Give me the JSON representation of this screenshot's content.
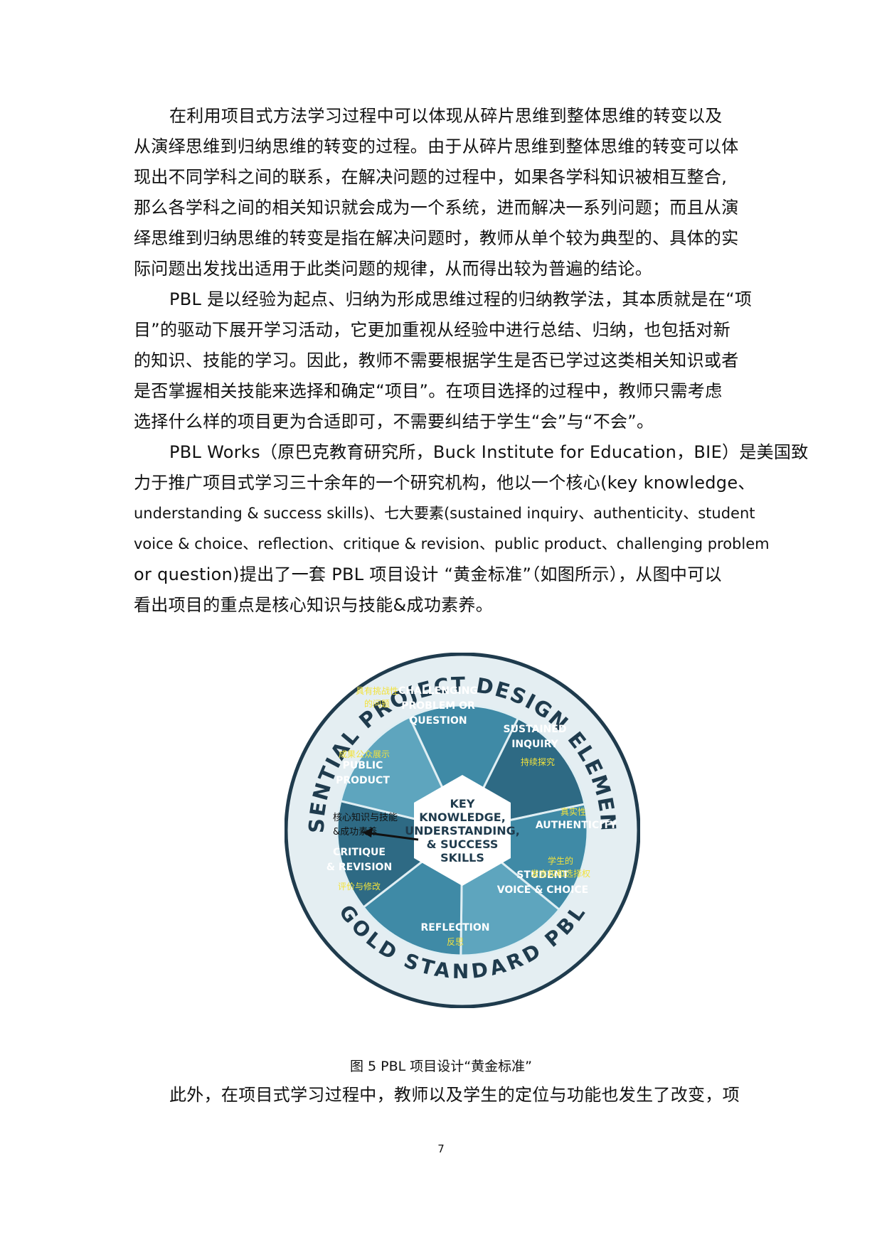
{
  "paragraphs": [
    {
      "lines": [
        "在利用项目式方法学习过程中可以体现从碎片思维到整体思维的转变以及",
        "从演绎思维到归纳思维的转变的过程。由于从碎片思维到整体思维的转变可以体",
        "现出不同学科之间的联系，在解决问题的过程中，如果各学科知识被相互整合,",
        "那么各学科之间的相关知识就会成为一个系统，进而解决一系列问题；而且从演",
        "绎思维到归纳思维的转变是指在解决问题时，教师从单个较为典型的、具体的实",
        "际问题出发找出适用于此类问题的规律，从而得出较为普遍的结论。"
      ]
    },
    {
      "lines": [
        "PBL 是以经验为起点、归纳为形成思维过程的归纳教学法，其本质就是在“项",
        "目”的驱动下展开学习活动，它更加重视从经验中进行总结、归纳，也包括对新",
        "的知识、技能的学习。因此，教师不需要根据学生是否已学过这类相关知识或者",
        "是否掌握相关技能来选择和确定“项目”。在项目选择的过程中，教师只需考虑",
        "选择什么样的项目更为合适即可，不需要纠结于学生“会”与“不会”。"
      ]
    },
    {
      "lines": [
        "PBL Works（原巴克教育研究所，Buck Institute for Education，BIE）是美国致",
        "力于推广项目式学习三十余年的一个研究机构，他以一个核心(key knowledge、",
        "understanding & success skills)、七大要素(sustained inquiry、authenticity、student",
        "voice & choice、reflection、critique & revision、public product、challenging problem",
        "or question)提出了一套  PBL 项目设计 “黄金标准”（如图所示），从图中可以",
        "看出项目的重点是核心知识与技能&成功素养。"
      ]
    }
  ],
  "figure": {
    "ring_top_text": "ESSENTIAL PROJECT DESIGN ELEMENTS",
    "ring_bottom_text": "GOLD STANDARD PBL",
    "center": [
      "KEY",
      "KNOWLEDGE,",
      "UNDERSTANDING,",
      "& SUCCESS",
      "SKILLS"
    ],
    "center_annotation": [
      "核心知识与技能",
      "&成功素养"
    ],
    "elements": [
      {
        "en": [
          "CHALLENGING",
          "PROBLEM OR",
          "QUESTION"
        ],
        "zh": [
          "具有挑战性",
          "的问题"
        ]
      },
      {
        "en": [
          "SUSTAINED",
          "INQUIRY"
        ],
        "zh": [
          "持续探究"
        ]
      },
      {
        "en": [
          "AUTHENTICITY"
        ],
        "zh": [
          "真实性"
        ]
      },
      {
        "en": [
          "STUDENT",
          "VOICE & CHOICE"
        ],
        "zh": [
          "学生的",
          "发言权和选择权"
        ]
      },
      {
        "en": [
          "REFLECTION"
        ],
        "zh": [
          "反思"
        ]
      },
      {
        "en": [
          "CRITIQUE",
          "& REVISION"
        ],
        "zh": [
          "评价与修改"
        ]
      },
      {
        "en": [
          "PUBLIC",
          "PRODUCT"
        ],
        "zh": [
          "成果公众展示"
        ]
      }
    ],
    "colors": {
      "dark": "#2e6a84",
      "mid": "#3f8aa6",
      "light": "#5ea5be",
      "rim": "#e4eef2",
      "ink": "#1f3b4d",
      "yellow": "#f2e23c"
    }
  },
  "caption": "图  5 PBL 项目设计“黄金标准”",
  "last_line": "此外，在项目式学习过程中，教师以及学生的定位与功能也发生了改变，项",
  "page_number": "7"
}
